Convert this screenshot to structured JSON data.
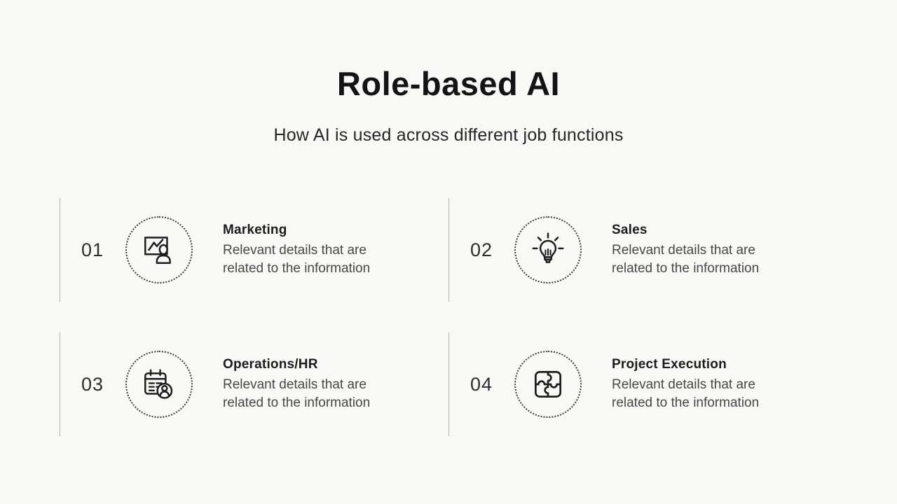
{
  "slide": {
    "title": "Role-based AI",
    "subtitle": "How AI is used across different job functions",
    "background_color": "#f8f8f7",
    "title_color": "#141414",
    "body_text_color": "#474747",
    "divider_color": "#b3b3b3",
    "icon_stroke_color": "#1d1d1d",
    "circle_border_style": "dotted"
  },
  "items": [
    {
      "number": "01",
      "icon": "presentation-chart-icon",
      "title": "Marketing",
      "description": "Relevant details that are related to the information"
    },
    {
      "number": "02",
      "icon": "lightbulb-icon",
      "title": "Sales",
      "description": "Relevant details that are related to the information"
    },
    {
      "number": "03",
      "icon": "calendar-user-icon",
      "title": "Operations/HR",
      "description": "Relevant details that are related to the information"
    },
    {
      "number": "04",
      "icon": "puzzle-icon",
      "title": "Project Execution",
      "description": "Relevant details that are related to the information"
    }
  ]
}
